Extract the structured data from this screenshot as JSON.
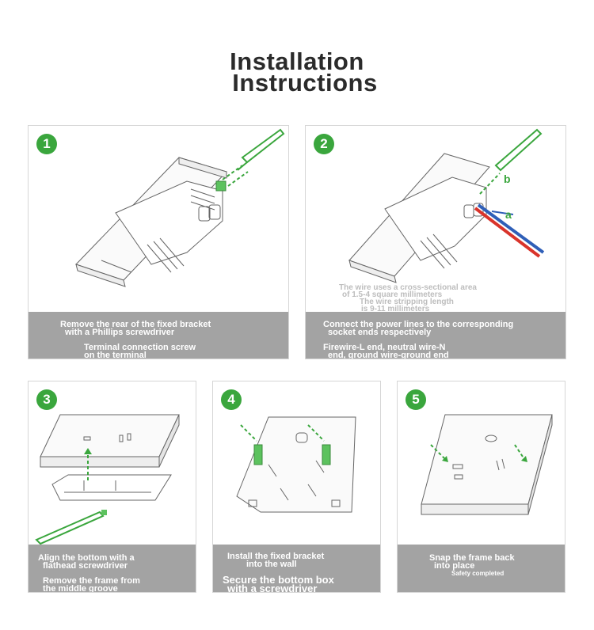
{
  "title": {
    "line1": "Installation",
    "line2": "Instructions"
  },
  "steps": [
    {
      "number": "1",
      "lines": [
        "Remove the rear of the fixed bracket",
        "with a Phillips screwdriver",
        "Terminal connection screw",
        "on the terminal"
      ]
    },
    {
      "number": "2",
      "notes": [
        "The wire uses a cross-sectional area",
        "of 1.5-4 square millimeters",
        "The wire stripping length",
        "is 9-11 millimeters"
      ],
      "labels": {
        "a": "a",
        "b": "b"
      },
      "lines": [
        "Connect the power lines to the corresponding",
        "socket ends respectively",
        "Firewire-L end, neutral wire-N",
        "end, ground wire-ground end"
      ]
    },
    {
      "number": "3",
      "lines": [
        "Align the bottom with a",
        "flathead screwdriver",
        "Remove the frame from",
        "the middle groove"
      ]
    },
    {
      "number": "4",
      "lines": [
        "Install the fixed bracket",
        "into the wall",
        "Secure the bottom box",
        "with a screwdriver"
      ]
    },
    {
      "number": "5",
      "lines": [
        "Snap the frame back",
        "into place",
        "Safety completed"
      ]
    }
  ],
  "colors": {
    "accent_green": "#3aa63d",
    "caption_gray": "#a3a3a3",
    "wire_red": "#d9342b",
    "wire_blue": "#2f5fb8"
  }
}
